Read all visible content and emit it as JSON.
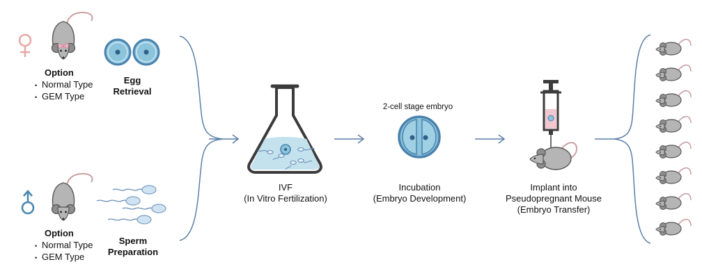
{
  "female_section": {
    "option_heading": "Option",
    "options": [
      "Normal Type",
      "GEM Type"
    ],
    "step_label": [
      "Egg",
      "Retrieval"
    ]
  },
  "male_section": {
    "option_heading": "Option",
    "options": [
      "Normal Type",
      "GEM Type"
    ],
    "step_label": [
      "Sperm",
      "Preparation"
    ]
  },
  "ivf": {
    "title": "IVF",
    "subtitle": "(In Vitro Fertilization)"
  },
  "incubation": {
    "embryo_label": "2-cell stage embryo",
    "title": "Incubation",
    "subtitle": "(Embryo Development)"
  },
  "transfer": {
    "title": "Implant into",
    "line2": "Pseudopregnant Mouse",
    "subtitle": "(Embryo Transfer)"
  },
  "colors": {
    "female_symbol": "#e8a9a6",
    "male_symbol": "#4a88b0",
    "arrow": "#5a7fa8",
    "cell_fill": "#8cc4dc",
    "cell_ring": "#4a82ae",
    "mouse_body": "#b5b5b5",
    "mouse_outline": "#555555",
    "tail": "#c9a0a0",
    "flask": "#3b3b3b"
  },
  "icons": [
    "female-symbol-icon",
    "male-symbol-icon",
    "mouse-icon",
    "egg-cell-icon",
    "sperm-icon",
    "flask-icon",
    "embryo-icon",
    "syringe-icon"
  ]
}
